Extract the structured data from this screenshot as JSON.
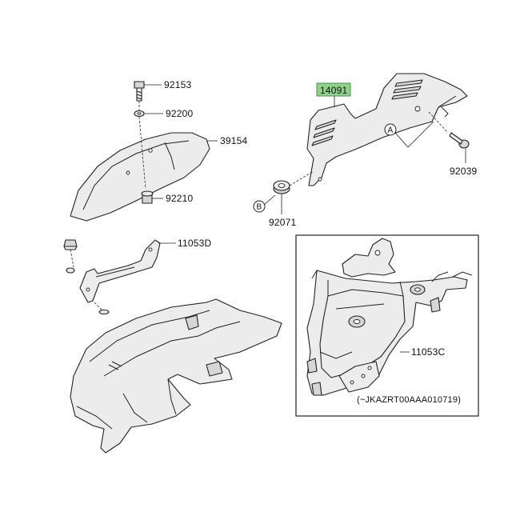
{
  "labels": {
    "p92153": "92153",
    "p92200": "92200",
    "p39154": "39154",
    "p92210": "92210",
    "p11053d": "11053D",
    "p14091": "14091",
    "p92039": "92039",
    "p92071": "92071",
    "p11053c": "11053C",
    "vin_note": "(~JKAZRT00AAA010719)"
  },
  "callouts": {
    "a": "A",
    "b": "B"
  },
  "colors": {
    "highlight": "#8fd08a",
    "line": "#222222",
    "part_fill": "#ececec"
  }
}
